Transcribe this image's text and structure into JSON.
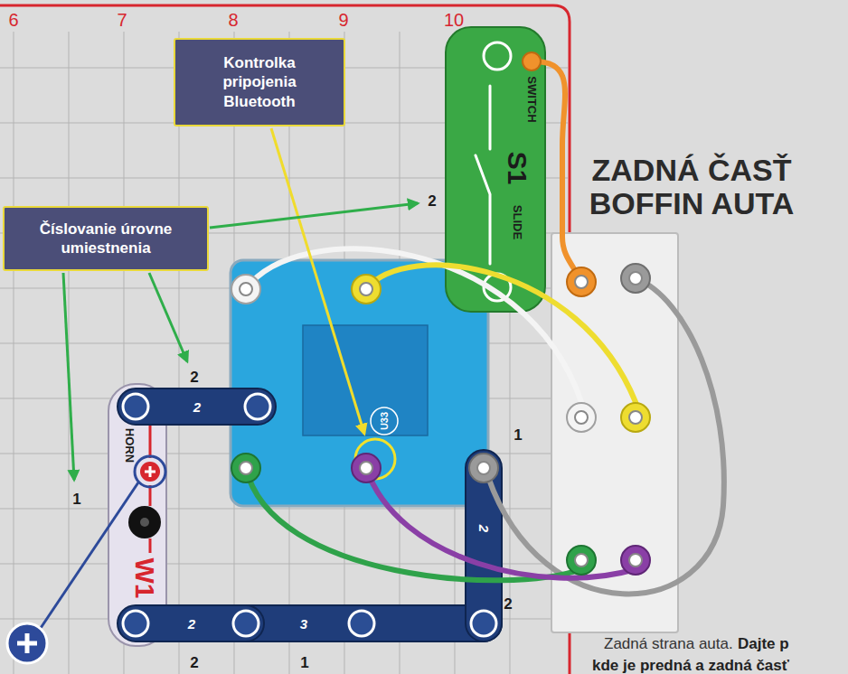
{
  "diagram": {
    "nodes": [
      {
        "text": [
          "Kontrolka pripojenia Bluetooth"
        ]
      },
      {
        "text": [
          "Číslovanie úrovne umiestnenia"
        ]
      },
      {
        "text": [
          "SWITCH",
          "S1",
          "SLIDE"
        ]
      },
      {
        "text": [
          "U33"
        ]
      },
      {
        "text": [
          "2"
        ]
      },
      {
        "text": [
          "HORN",
          "W1"
        ]
      },
      {
        "text": [
          "ZADNÁ ČASŤ BOFFIN AUTA"
        ]
      },
      {
        "text": [
          "2"
        ]
      },
      {
        "text": [
          "2"
        ]
      },
      {
        "text": [
          "3"
        ]
      }
    ],
    "labels": [
      "6",
      "7",
      "8",
      "9",
      "10",
      "2",
      "2",
      "1",
      "1",
      "2",
      "2",
      "1",
      "Zadná strana auta.",
      "Dajte p",
      "kde je predná a zadná časť"
    ]
  }
}
